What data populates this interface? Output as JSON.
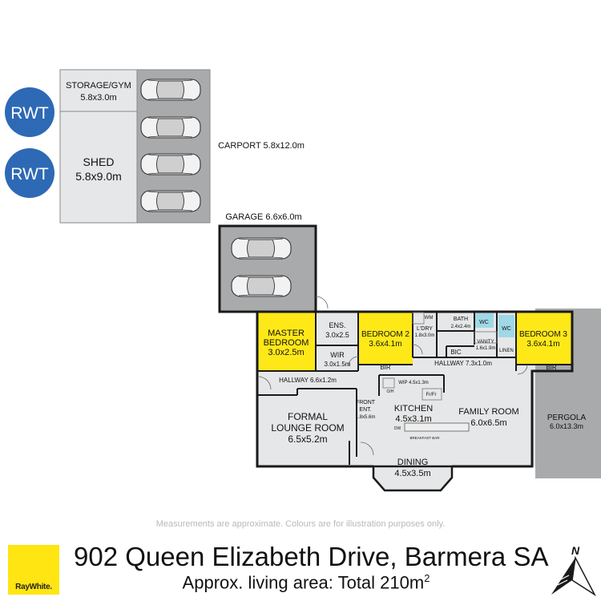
{
  "tanks": [
    "RWT",
    "RWT"
  ],
  "outbuildings": {
    "storage": {
      "name": "STORAGE/GYM",
      "dims": "5.8x3.0m"
    },
    "shed": {
      "name": "SHED",
      "dims": "5.8x9.0m"
    },
    "carport": "CARPORT 5.8x12.0m"
  },
  "garage": "GARAGE 6.6x6.0m",
  "rooms": {
    "master": {
      "name1": "MASTER",
      "name2": "BEDROOM",
      "dims": "3.0x2.5m"
    },
    "ens": {
      "name": "ENS.",
      "dims": "3.0x2.5"
    },
    "wir": {
      "name": "WIR",
      "dims": "3.0x1.5m"
    },
    "bed2": {
      "name": "BEDROOM 2",
      "dims": "3.6x4.1m"
    },
    "ldry": {
      "name": "L'DRY",
      "dims": "1.8x3.0m"
    },
    "wm": "WM",
    "bath": {
      "name": "BATH",
      "dims": "2.4x2.4m"
    },
    "wc1": "WC",
    "wc2": "WC",
    "vanity": {
      "name": "VANITY",
      "dims": "1.6x1.9m"
    },
    "linen": "LINEN",
    "bic": "BIC",
    "bed3": {
      "name": "BEDROOM 3",
      "dims": "3.6x4.1m"
    },
    "bir1": "BIR",
    "bir2": "BIR",
    "hallway1": "HALLWAY 7.3x1.0m",
    "hallway2": "HALLWAY 6.6x1.2m",
    "wip": "WIP 4.5x1.3m",
    "oh": "O/H",
    "frfr": "Fr/Fr",
    "front_ent": {
      "name": "FRONT",
      "name2": "ENT.",
      "dims": "1.8x5.6m"
    },
    "kitchen": {
      "name": "KITCHEN",
      "dims": "4.5x3.1m"
    },
    "dw": "DW",
    "breakfast_bar": "BREAKFAST BAR",
    "family": {
      "name": "FAMILY ROOM",
      "dims": "6.0x6.5m"
    },
    "lounge": {
      "name1": "FORMAL",
      "name2": "LOUNGE ROOM",
      "dims": "6.5x5.2m"
    },
    "dining": {
      "name": "DINING",
      "dims": "4.5x3.5m"
    },
    "pergola": {
      "name": "PERGOLA",
      "dims": "6.0x13.3m"
    }
  },
  "disclaimer": "Measurements are approximate. Colours are for illustration purposes only.",
  "brand": "RayWhite.",
  "address": "902 Queen Elizabeth Drive, Barmera SA",
  "living_area_prefix": "Approx. living area: Total 210m",
  "living_area_sup": "2",
  "compass_label": "N",
  "colors": {
    "bedroom": "#ffe818",
    "floor": "#e6e7e8",
    "wet": "#9fd8e6",
    "pergola": "#a9aaac",
    "tank": "#2d69b5",
    "wall": "#1a1a1a",
    "brand": "#ffe512"
  }
}
